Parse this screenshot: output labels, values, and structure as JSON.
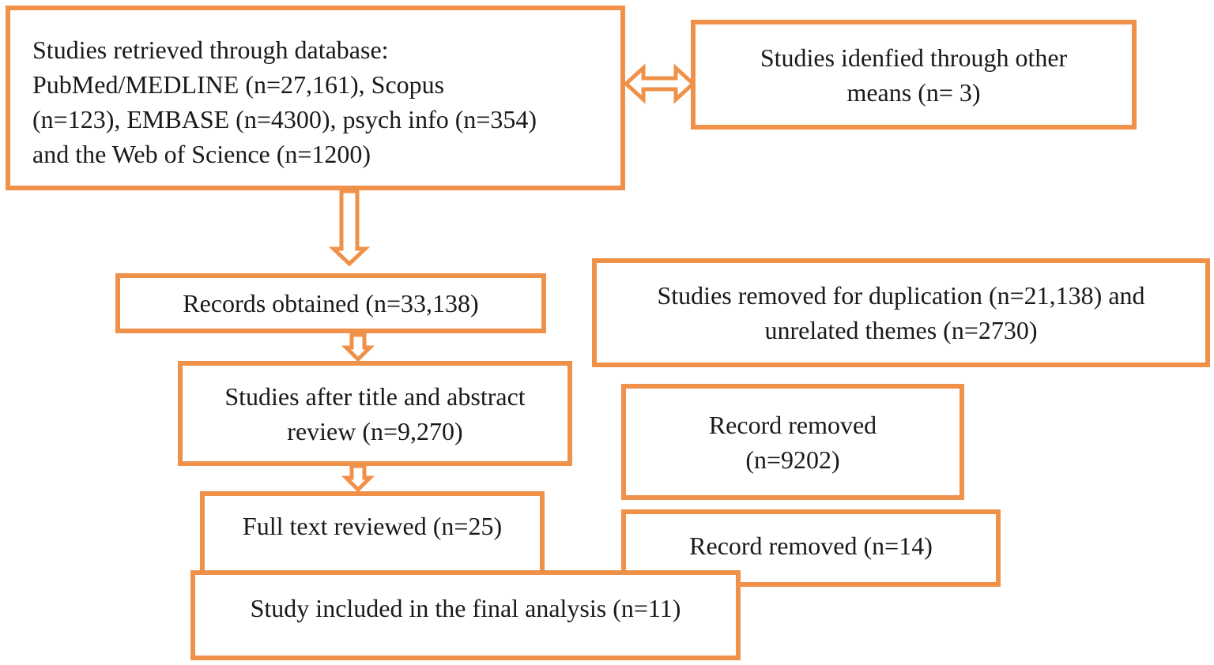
{
  "boxes": {
    "databases": {
      "line1": "Studies retrieved through database:",
      "line2": "PubMed/MEDLINE (n=27,161), Scopus",
      "line3": "(n=123), EMBASE (n=4300), psych info (n=354)",
      "line4": "and the Web of Science (n=1200)"
    },
    "other_means": {
      "line1": "Studies idenfied through other",
      "line2": "means (n= 3)"
    },
    "records_obtained": "Records obtained (n=33,138)",
    "removed_duplication": {
      "line1": "Studies removed for duplication (n=21,138) and",
      "line2": "unrelated themes (n=2730)"
    },
    "after_title_abstract": {
      "line1": "Studies after title and abstract",
      "line2": "review (n=9,270)"
    },
    "record_removed_1": {
      "line1": "Record removed",
      "line2": "(n=9202)"
    },
    "full_text": "Full text reviewed (n=25)",
    "record_removed_2": "Record removed (n=14)",
    "included": "Study included in the final analysis (n=11)"
  },
  "colors": {
    "border": "#F0914A",
    "text": "#1a1a1a"
  }
}
